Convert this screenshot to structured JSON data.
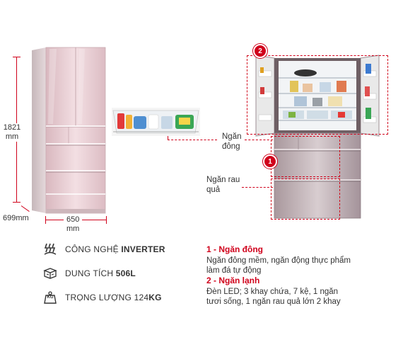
{
  "dimensions": {
    "height": "1821",
    "height_unit": "mm",
    "depth": "699mm",
    "width": "650",
    "width_unit": "mm"
  },
  "callouts": {
    "freezer_label_line1": "Ngăn",
    "freezer_label_line2": "đông",
    "veg_label_line1": "Ngăn rau",
    "veg_label_line2": "quả",
    "badge_1": "1",
    "badge_2": "2"
  },
  "specs": [
    {
      "icon": "inverter-icon",
      "prefix": "CÔNG NGHỆ ",
      "value": "INVERTER"
    },
    {
      "icon": "capacity-icon",
      "prefix": "DUNG TÍCH ",
      "value": "506L"
    },
    {
      "icon": "weight-icon",
      "icon_text": "KG",
      "prefix": "TRỌNG LƯỢNG 124",
      "value": "KG"
    }
  ],
  "features": [
    {
      "title": "1 - Ngăn đông",
      "desc": [
        "Ngăn đông mềm, ngăn động thực phẩm",
        "làm đá tự động"
      ]
    },
    {
      "title": "2 - Ngăn lạnh",
      "desc": [
        "Đèn LED; 3 khay chứa, 7 kệ, 1 ngăn",
        "tươi sống, 1 ngăn rau quả lớn 2 khay"
      ]
    }
  ],
  "colors": {
    "accent": "#d0011b",
    "fridge_pink": "#e8c9cf",
    "fridge_silver": "#b9a7ad"
  }
}
